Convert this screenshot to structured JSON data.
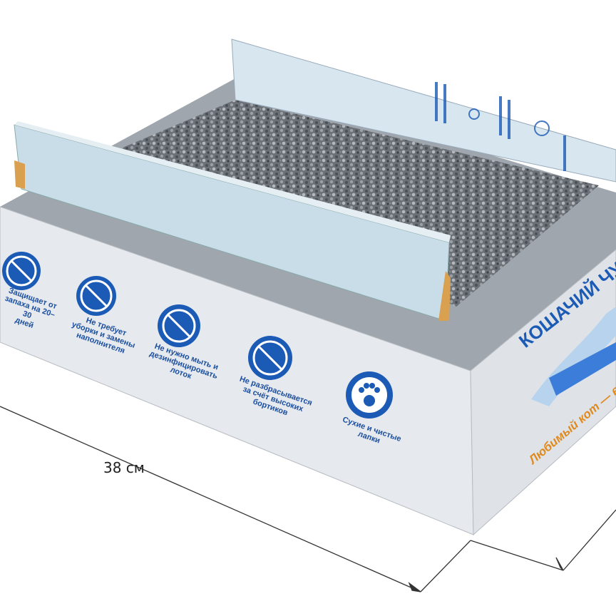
{
  "dimension_label": "38 см",
  "brand_name": "КОШАЧИЙ ЧУДО",
  "slogan": "Любимый кот — ваш",
  "features": [
    {
      "icon": "no-smell-icon",
      "text": "Защищает от\nзапаха на 20–30\nдней"
    },
    {
      "icon": "no-scoop-icon",
      "text": "Не требует\nуборки и замены\nнаполнителя"
    },
    {
      "icon": "no-wash-icon",
      "text": "Не нужно мыть и\nдезинфицировать\nлоток"
    },
    {
      "icon": "no-scatter-icon",
      "text": "Не разбрасывается\nза счёт высоких\nбортиков"
    },
    {
      "icon": "paw-icon",
      "text": "Сухие и чистые\nлапки"
    }
  ],
  "colors": {
    "box_side": "#e6e9ed",
    "box_top": "#9fa6ad",
    "flap": "#c9dde8",
    "icon_blue": "#1b5ab5",
    "text_blue": "#1b4fa0",
    "slogan_orange": "#e08a1e",
    "cardboard": "#d9a04f"
  }
}
